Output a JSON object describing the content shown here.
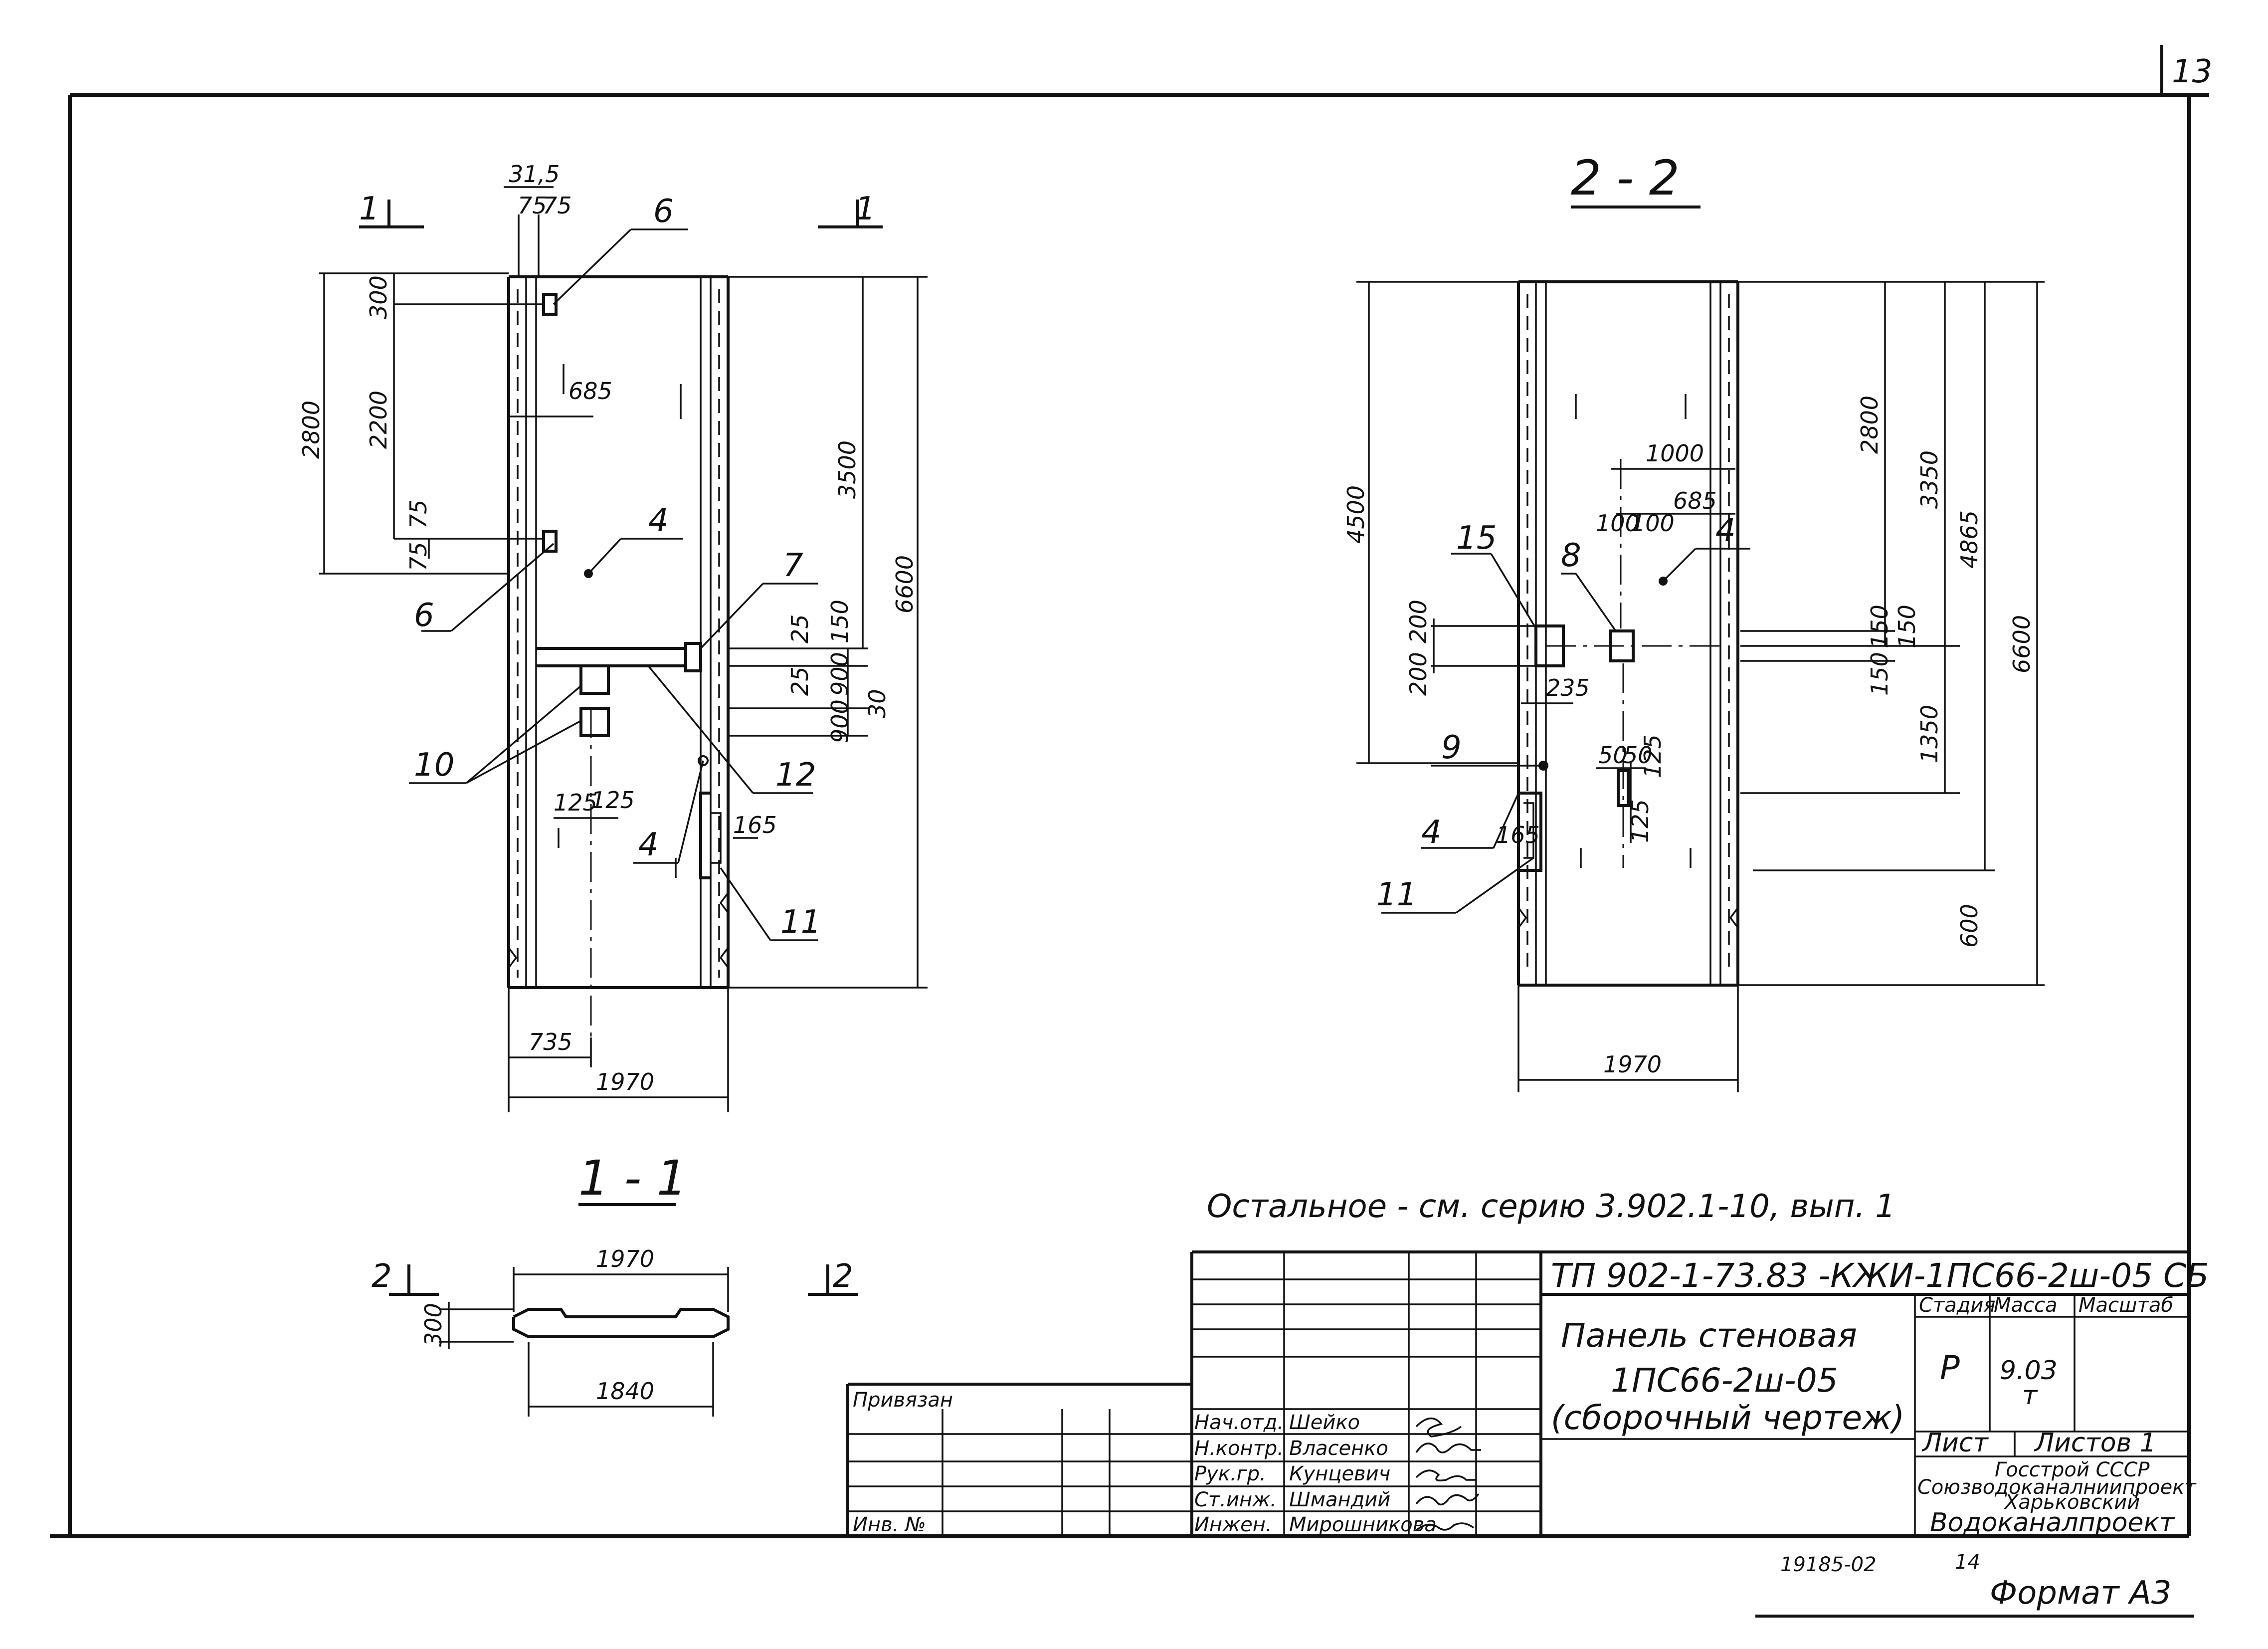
{
  "sheet": {
    "page_number": "13",
    "format": "Формат А3",
    "archive_number": "19185-02",
    "archive_sheet": "14"
  },
  "note": "Остальное - см. серию 3.902.1-10, вып. 1",
  "view_main": {
    "cut_marks": [
      "1",
      "1"
    ],
    "dims": {
      "top_width": "31,5",
      "t75a": "75",
      "t75b": "75",
      "d300": "300",
      "d2800": "2800",
      "d2200": "2200",
      "d685": "685",
      "d75a": "75",
      "d75b": "75",
      "d3500": "3500",
      "d6600": "6600",
      "d25a": "25",
      "d150": "150",
      "d25b": "25",
      "d900a": "900",
      "d900b": "900",
      "d30": "30",
      "d125a": "125",
      "d125b": "125",
      "d165": "165",
      "d735": "735",
      "d1970": "1970"
    },
    "callouts": [
      "6",
      "6",
      "4",
      "7",
      "10",
      "12",
      "4",
      "11"
    ]
  },
  "view_2_2": {
    "title": "2 - 2",
    "dims": {
      "d4500": "4500",
      "d2800": "2800",
      "d3350": "3350",
      "d4865": "4865",
      "d6600": "6600",
      "d1000": "1000",
      "d100a": "100",
      "d100b": "100",
      "d685": "685",
      "d200a": "200",
      "d200b": "200",
      "d150a": "150",
      "d150b": "150",
      "d150c": "150",
      "d1350": "1350",
      "d235": "235",
      "d50a": "50",
      "d50b": "50",
      "d125a": "125",
      "d125b": "125",
      "d165": "165",
      "d600": "600",
      "d1970": "1970"
    },
    "callouts": [
      "15",
      "8",
      "4",
      "9",
      "4",
      "11"
    ]
  },
  "section_1_1": {
    "title": "1 - 1",
    "cut_marks": [
      "2",
      "2"
    ],
    "dims": {
      "top": "1970",
      "height": "300",
      "bottom": "1840"
    }
  },
  "title_block": {
    "code": "ТП 902-1-73.83 -КЖИ-1ПС66-2ш-05 СБ",
    "name_line1": "Панель стеновая",
    "name_line2": "1ПС66-2ш-05",
    "name_line3": "(сборочный чертеж)",
    "stage_header": "Стадия",
    "mass_header": "Масса",
    "scale_header": "Масштаб",
    "stage_value": "Р",
    "mass_value": "9.03",
    "mass_unit": "т",
    "sheet_label": "Лист",
    "sheets_label": "Листов 1",
    "org_line1": "Госстрой СССР",
    "org_line2": "Союзводоканалниипроект",
    "org_line3": "Харьковский",
    "org_line4": "Водоканалпроект",
    "tied_label": "Привязан",
    "inv_label": "Инв. №",
    "staff": [
      {
        "role": "Нач.отд.",
        "name": "Шейко"
      },
      {
        "role": "Н.контр.",
        "name": "Власенко"
      },
      {
        "role": "Рук.гр.",
        "name": "Кунцевич"
      },
      {
        "role": "Ст.инж.",
        "name": "Шмандий"
      },
      {
        "role": "Инжен.",
        "name": "Мирошникова"
      }
    ]
  }
}
